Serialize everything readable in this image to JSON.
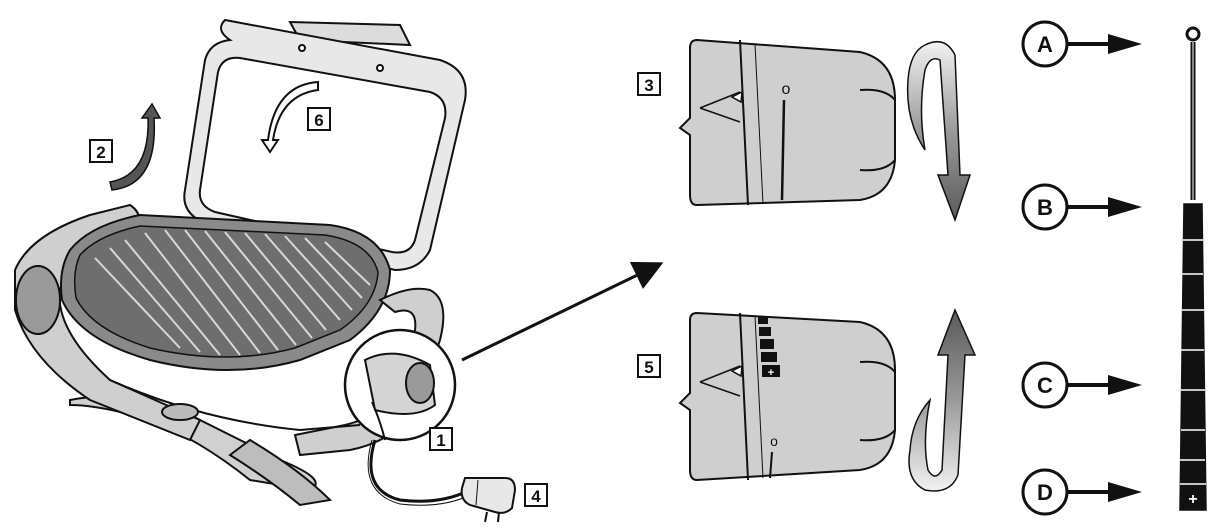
{
  "step_labels": {
    "one": "1",
    "two": "2",
    "three": "3",
    "four": "4",
    "five": "5",
    "six": "6"
  },
  "level_labels": {
    "a": "A",
    "b": "B",
    "c": "C",
    "d": "D"
  },
  "knob_symbols": {
    "off": "o",
    "max": "+"
  },
  "colors": {
    "line": "#111111",
    "panel_fill": "#cfcfcf",
    "grill_fill": "#8a8a8a",
    "arrow_dark": "#555555",
    "arrow_light": "#e6e6e6"
  }
}
